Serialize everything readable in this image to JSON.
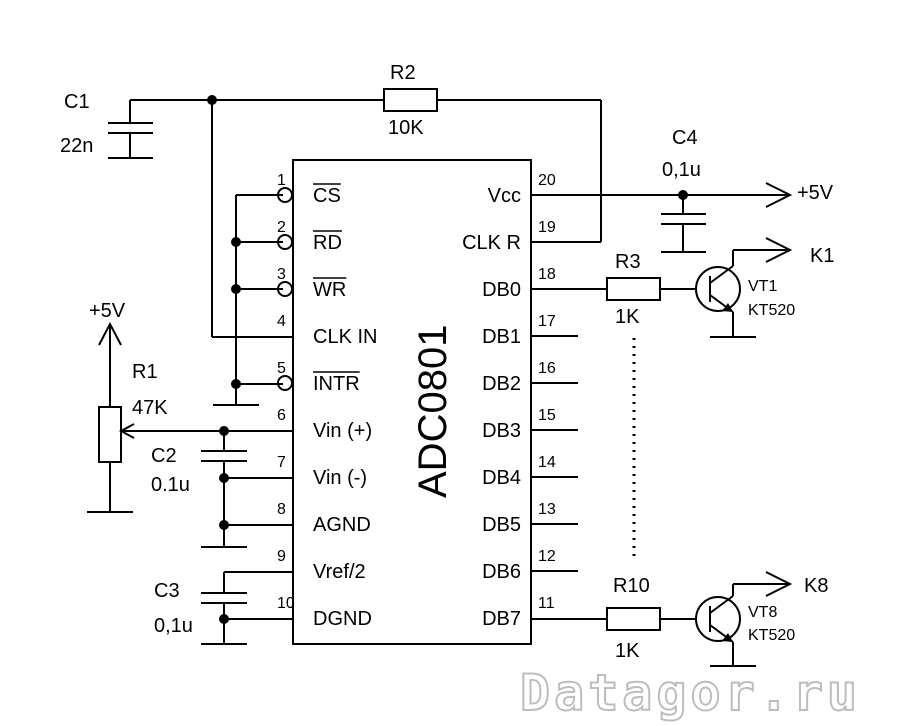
{
  "chip": {
    "name": "ADC0801"
  },
  "left_pins": [
    {
      "num": "1",
      "name": "CS"
    },
    {
      "num": "2",
      "name": "RD"
    },
    {
      "num": "3",
      "name": "WR"
    },
    {
      "num": "4",
      "name": "CLK IN"
    },
    {
      "num": "5",
      "name": "INTR"
    },
    {
      "num": "6",
      "name": "Vin (+)"
    },
    {
      "num": "7",
      "name": "Vin (-)"
    },
    {
      "num": "8",
      "name": "AGND"
    },
    {
      "num": "9",
      "name": "Vref/2"
    },
    {
      "num": "10",
      "name": "DGND"
    }
  ],
  "right_pins": [
    {
      "num": "20",
      "name": "Vcc"
    },
    {
      "num": "19",
      "name": "CLK R"
    },
    {
      "num": "18",
      "name": "DB0"
    },
    {
      "num": "17",
      "name": "DB1"
    },
    {
      "num": "16",
      "name": "DB2"
    },
    {
      "num": "15",
      "name": "DB3"
    },
    {
      "num": "14",
      "name": "DB4"
    },
    {
      "num": "13",
      "name": "DB5"
    },
    {
      "num": "12",
      "name": "DB6"
    },
    {
      "num": "11",
      "name": "DB7"
    }
  ],
  "components": {
    "c1": {
      "ref": "C1",
      "value": "22n"
    },
    "r2": {
      "ref": "R2",
      "value": "10K"
    },
    "c4": {
      "ref": "C4",
      "value": "0,1u"
    },
    "r1": {
      "ref": "R1",
      "value": "47K"
    },
    "c2": {
      "ref": "C2",
      "value": "0.1u"
    },
    "c3": {
      "ref": "C3",
      "value": "0,1u"
    },
    "r3": {
      "ref": "R3",
      "value": "1K"
    },
    "r10": {
      "ref": "R10",
      "value": "1K"
    },
    "vt1": {
      "ref": "VT1",
      "type": "KT520"
    },
    "vt8": {
      "ref": "VT8",
      "type": "KT520"
    }
  },
  "nets": {
    "vcc_label": "+5V",
    "pot_supply_label": "+5V",
    "k1": "K1",
    "k8": "K8"
  },
  "watermark": "Datagor.ru"
}
